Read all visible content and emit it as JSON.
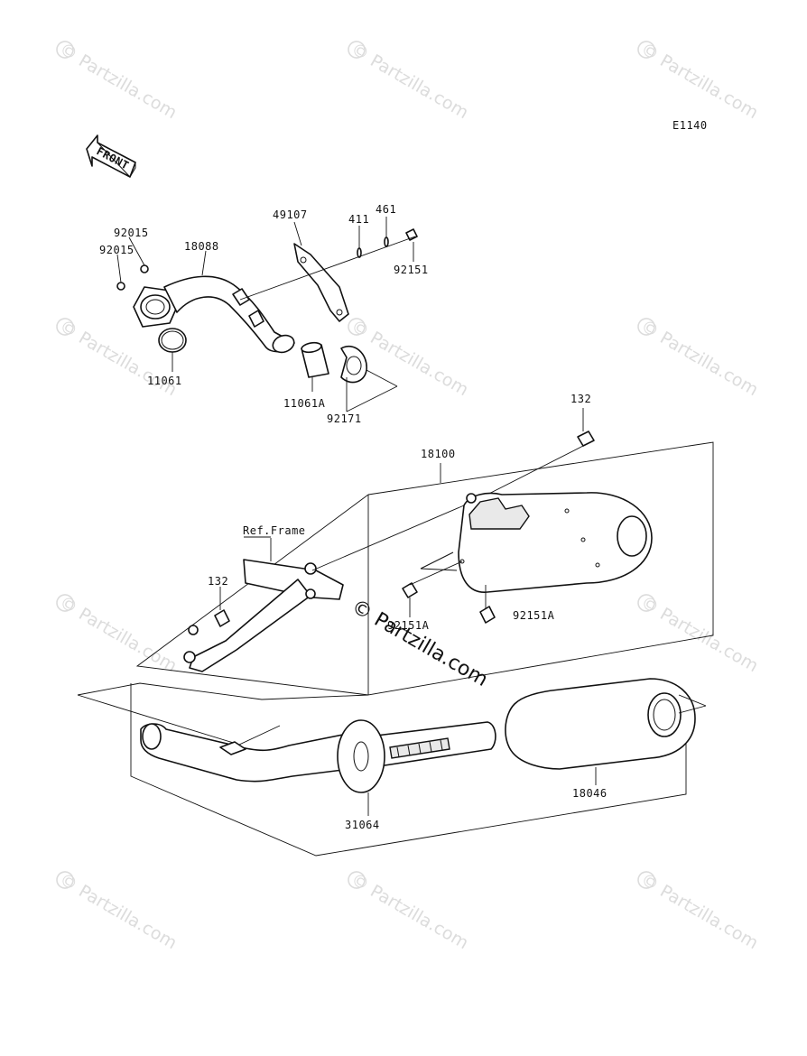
{
  "diagram": {
    "code": "E1140",
    "front_label": "FRONT",
    "ref_frame_label": "Ref.Frame",
    "center_watermark": "© Partzilla.com",
    "watermark_text": "Partzilla.com",
    "watermark_symbol": "©",
    "parts": {
      "p92015a": "92015",
      "p92015b": "92015",
      "p18088": "18088",
      "p11061": "11061",
      "p49107": "49107",
      "p411": "411",
      "p461": "461",
      "p92151": "92151",
      "p11061A": "11061A",
      "p92171": "92171",
      "p132a": "132",
      "p18100": "18100",
      "p132b": "132",
      "p92151A_a": "92151A",
      "p92151A_b": "92151A",
      "p18046": "18046",
      "p31064": "31064"
    }
  }
}
